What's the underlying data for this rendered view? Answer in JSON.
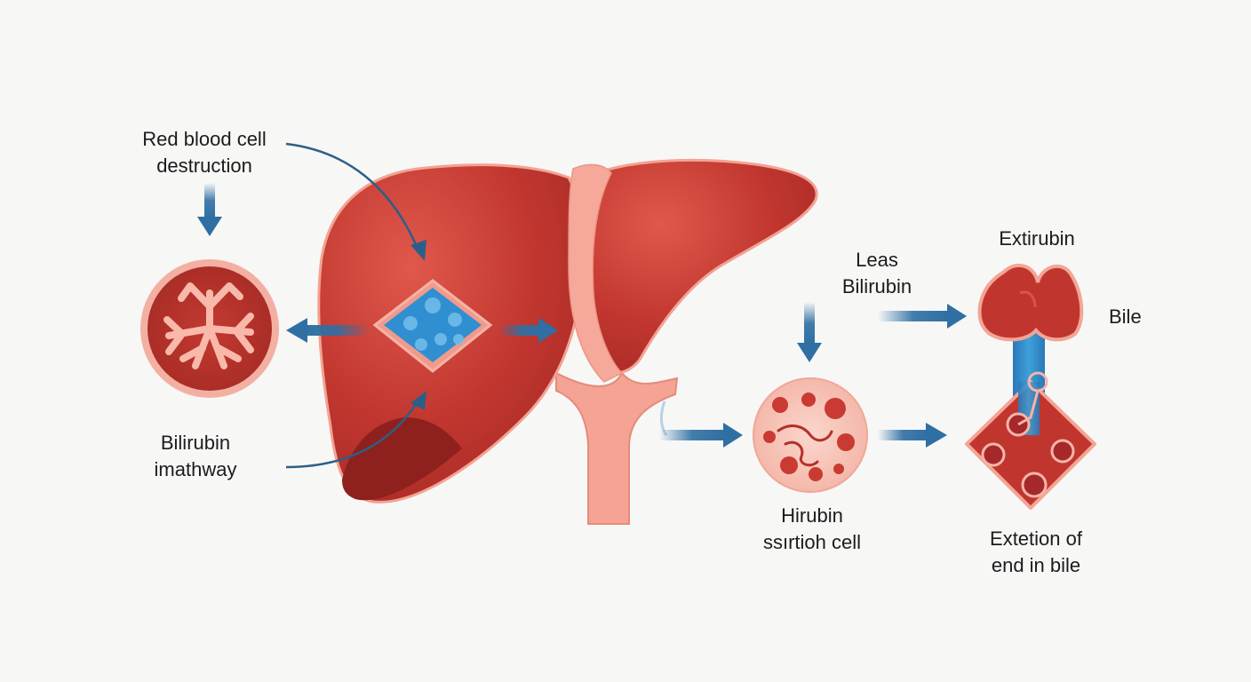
{
  "labels": {
    "rbc_destruction": "Red blood cell\ndestruction",
    "bilirubin_pathway": "Bilirubin\nimathway",
    "leas_bilirubin": "Leas\nBilirubin",
    "extirubin": "Extirubin",
    "bile": "Bile",
    "hirubin_cell": "Hirubin\nssırtioh cell",
    "extetion": "Extetion of\nend in bile"
  },
  "colors": {
    "liver": "#c0362f",
    "liver_dark": "#9e2622",
    "liver_edge": "#f2a393",
    "vessel": "#f5a394",
    "arrow_blue": "#2f6fa3",
    "lymph_blue": "#2f8fd0",
    "cell_pink": "#f6c2b6",
    "background": "#f7f7f6"
  }
}
